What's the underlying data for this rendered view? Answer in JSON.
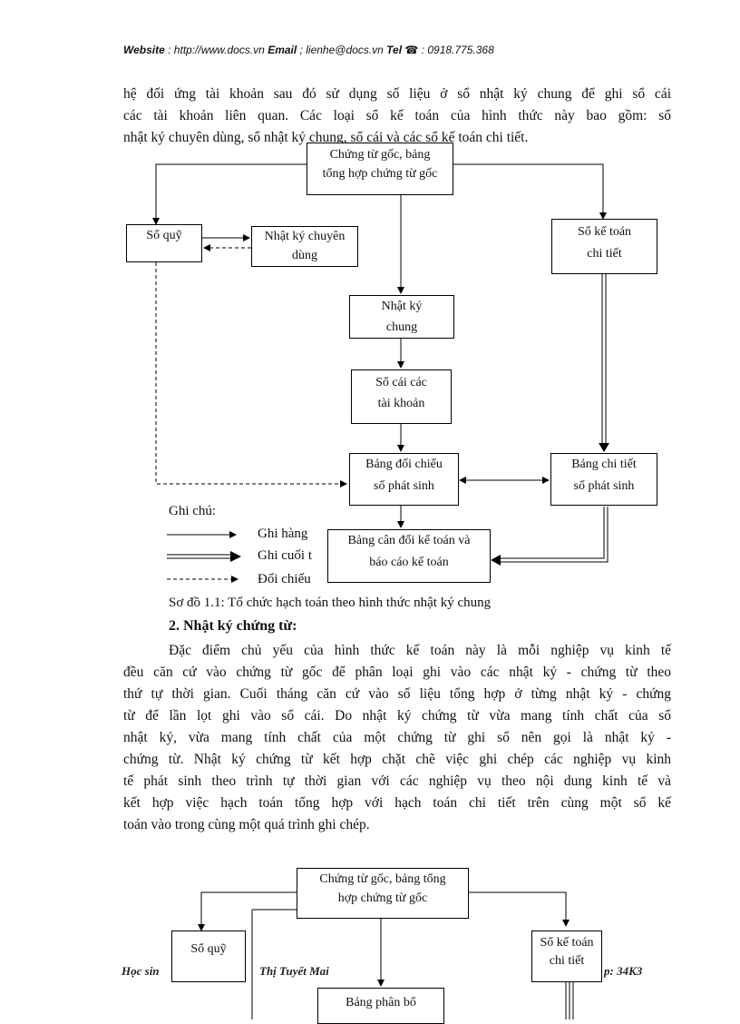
{
  "header": {
    "website_label": "Website",
    "website_value": ": http://www.docs.vn",
    "email_label": "Email",
    "email_value": "; lienhe@docs.vn",
    "tel_label": "Tel",
    "tel_value": ": 0918.775.368"
  },
  "intro": [
    "hệ đối ứng tài khoản sau đó sử dụng số liệu ở sổ nhật ký chung để ghi sổ cái",
    "các tài khoản liên quan. Các loại sổ kế toán của hình thức này bao gồm: sổ",
    "nhật ký chuyên dùng, sổ nhật ký chung, sổ cái và các sổ kế toán chi tiết."
  ],
  "diagram1": {
    "source": [
      "Chứng từ gốc, bảng",
      "tổng hợp chứng từ gốc"
    ],
    "so_quy": "Sổ quỹ",
    "nk_chuyen_dung": [
      "Nhật ký chuyên",
      "dùng"
    ],
    "so_ke_toan_chi_tiet": [
      "Sổ kế toán",
      "chi tiết"
    ],
    "nhat_ky_chung": [
      "Nhật ký",
      "chung"
    ],
    "so_cai": [
      "Sổ cái các",
      "tài khoản"
    ],
    "bang_doi_chieu": [
      "Bảng đối chiếu",
      "số phát sinh"
    ],
    "bang_chi_tiet": [
      "Bảng chi tiết",
      "số phát sinh"
    ],
    "bang_can_doi": [
      "Bảng cân đối kế toán và",
      "báo cáo kế toán"
    ],
    "legend_title": "Ghi chú:",
    "legend": [
      "Ghi hàng",
      "Ghi cuối t",
      "Đối chiếu"
    ],
    "caption": "Sơ đồ 1.1: Tổ chức hạch toán theo hình thức nhật ký chung"
  },
  "section": {
    "heading": "2. Nhật ký chứng từ:",
    "body": [
      "Đặc điểm chủ yếu của hình thức kế toán này là mỗi nghiệp vụ kinh tế",
      "đều căn cứ vào chứng từ gốc để phân loại ghi vào các nhật ký - chứng từ theo",
      "thứ tự thời gian. Cuối tháng căn cứ vào số liệu tổng hợp ở từng nhật ký - chứng",
      "từ để lần lọt  ghi vào sổ cái. Do nhật ký chứng từ vừa mang tính chất của sổ",
      "nhật ký, vừa mang tính chất của một chứng từ ghi sổ nên gọi là nhật ký  -",
      "chứng từ. Nhật ký chứng từ kết hợp chặt chẽ việc ghi chép các nghiệp vụ kinh",
      "tế phát sinh theo trình tự thời gian với các nghiệp vụ theo nội dung kinh tế và",
      "kết hợp việc hạch toán tổng hợp với hạch toán chi tiết trên cùng một sổ kế",
      "toán vào trong cùng một quá trình ghi chép."
    ]
  },
  "diagram2": {
    "source": [
      "Chứng từ gốc, bảng tổng",
      "hợp chứng từ gốc"
    ],
    "so_quy": "Sổ quỹ",
    "so_ke_toan_chi_tiet": [
      "Sổ kế toán",
      "chi tiết"
    ],
    "bang_phan_bo": "Bảng phân bổ"
  },
  "footer": {
    "left": "Học sin",
    "name": "Thị Tuyết Mai",
    "right": "p: 34K3"
  }
}
